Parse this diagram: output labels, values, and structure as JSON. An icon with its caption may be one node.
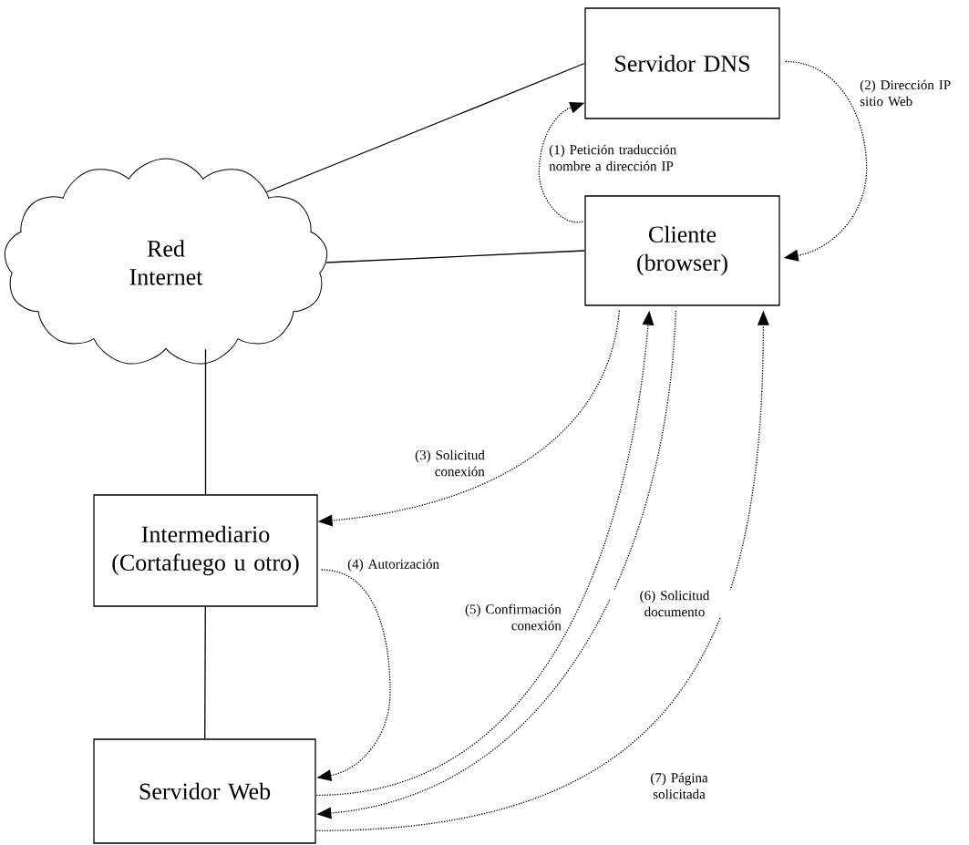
{
  "diagram": {
    "nodes": [
      {
        "text": [
          "Servidor DNS"
        ]
      },
      {
        "text": [
          "Red Internet"
        ]
      },
      {
        "text": [
          "Cliente (browser)"
        ]
      },
      {
        "text": [
          "Intermediario (Cortafuego u otro)"
        ]
      },
      {
        "text": [
          "Servidor Web"
        ]
      }
    ],
    "edges": [
      {
        "from": 1,
        "to": 0,
        "arrow": "none"
      },
      {
        "from": 1,
        "to": 2,
        "arrow": "none"
      },
      {
        "from": 1,
        "to": 3,
        "arrow": "none"
      },
      {
        "from": 3,
        "to": 4,
        "arrow": "none"
      },
      {
        "from": 2,
        "to": 0,
        "arrow": "to",
        "style": "dashed",
        "label": "(1) Petición traducción nombre a dirección IP"
      },
      {
        "from": 0,
        "to": 2,
        "arrow": "to",
        "style": "dashed",
        "label": "(2) Dirección IP sitio Web"
      },
      {
        "from": 2,
        "to": 3,
        "arrow": "to",
        "style": "dashed",
        "label": "(3) Solicitud conexión"
      },
      {
        "from": 3,
        "to": 4,
        "arrow": "to",
        "style": "dashed",
        "label": "(4) Autorización"
      },
      {
        "from": 4,
        "to": 2,
        "arrow": "to",
        "style": "dashed",
        "label": "(5) Confirmación conexión"
      },
      {
        "from": 2,
        "to": 4,
        "arrow": "to",
        "style": "dashed",
        "label": "(6) Solicitud documento"
      },
      {
        "from": 4,
        "to": 2,
        "arrow": "to",
        "style": "dashed",
        "label": "(7) Página solicitada"
      }
    ]
  }
}
